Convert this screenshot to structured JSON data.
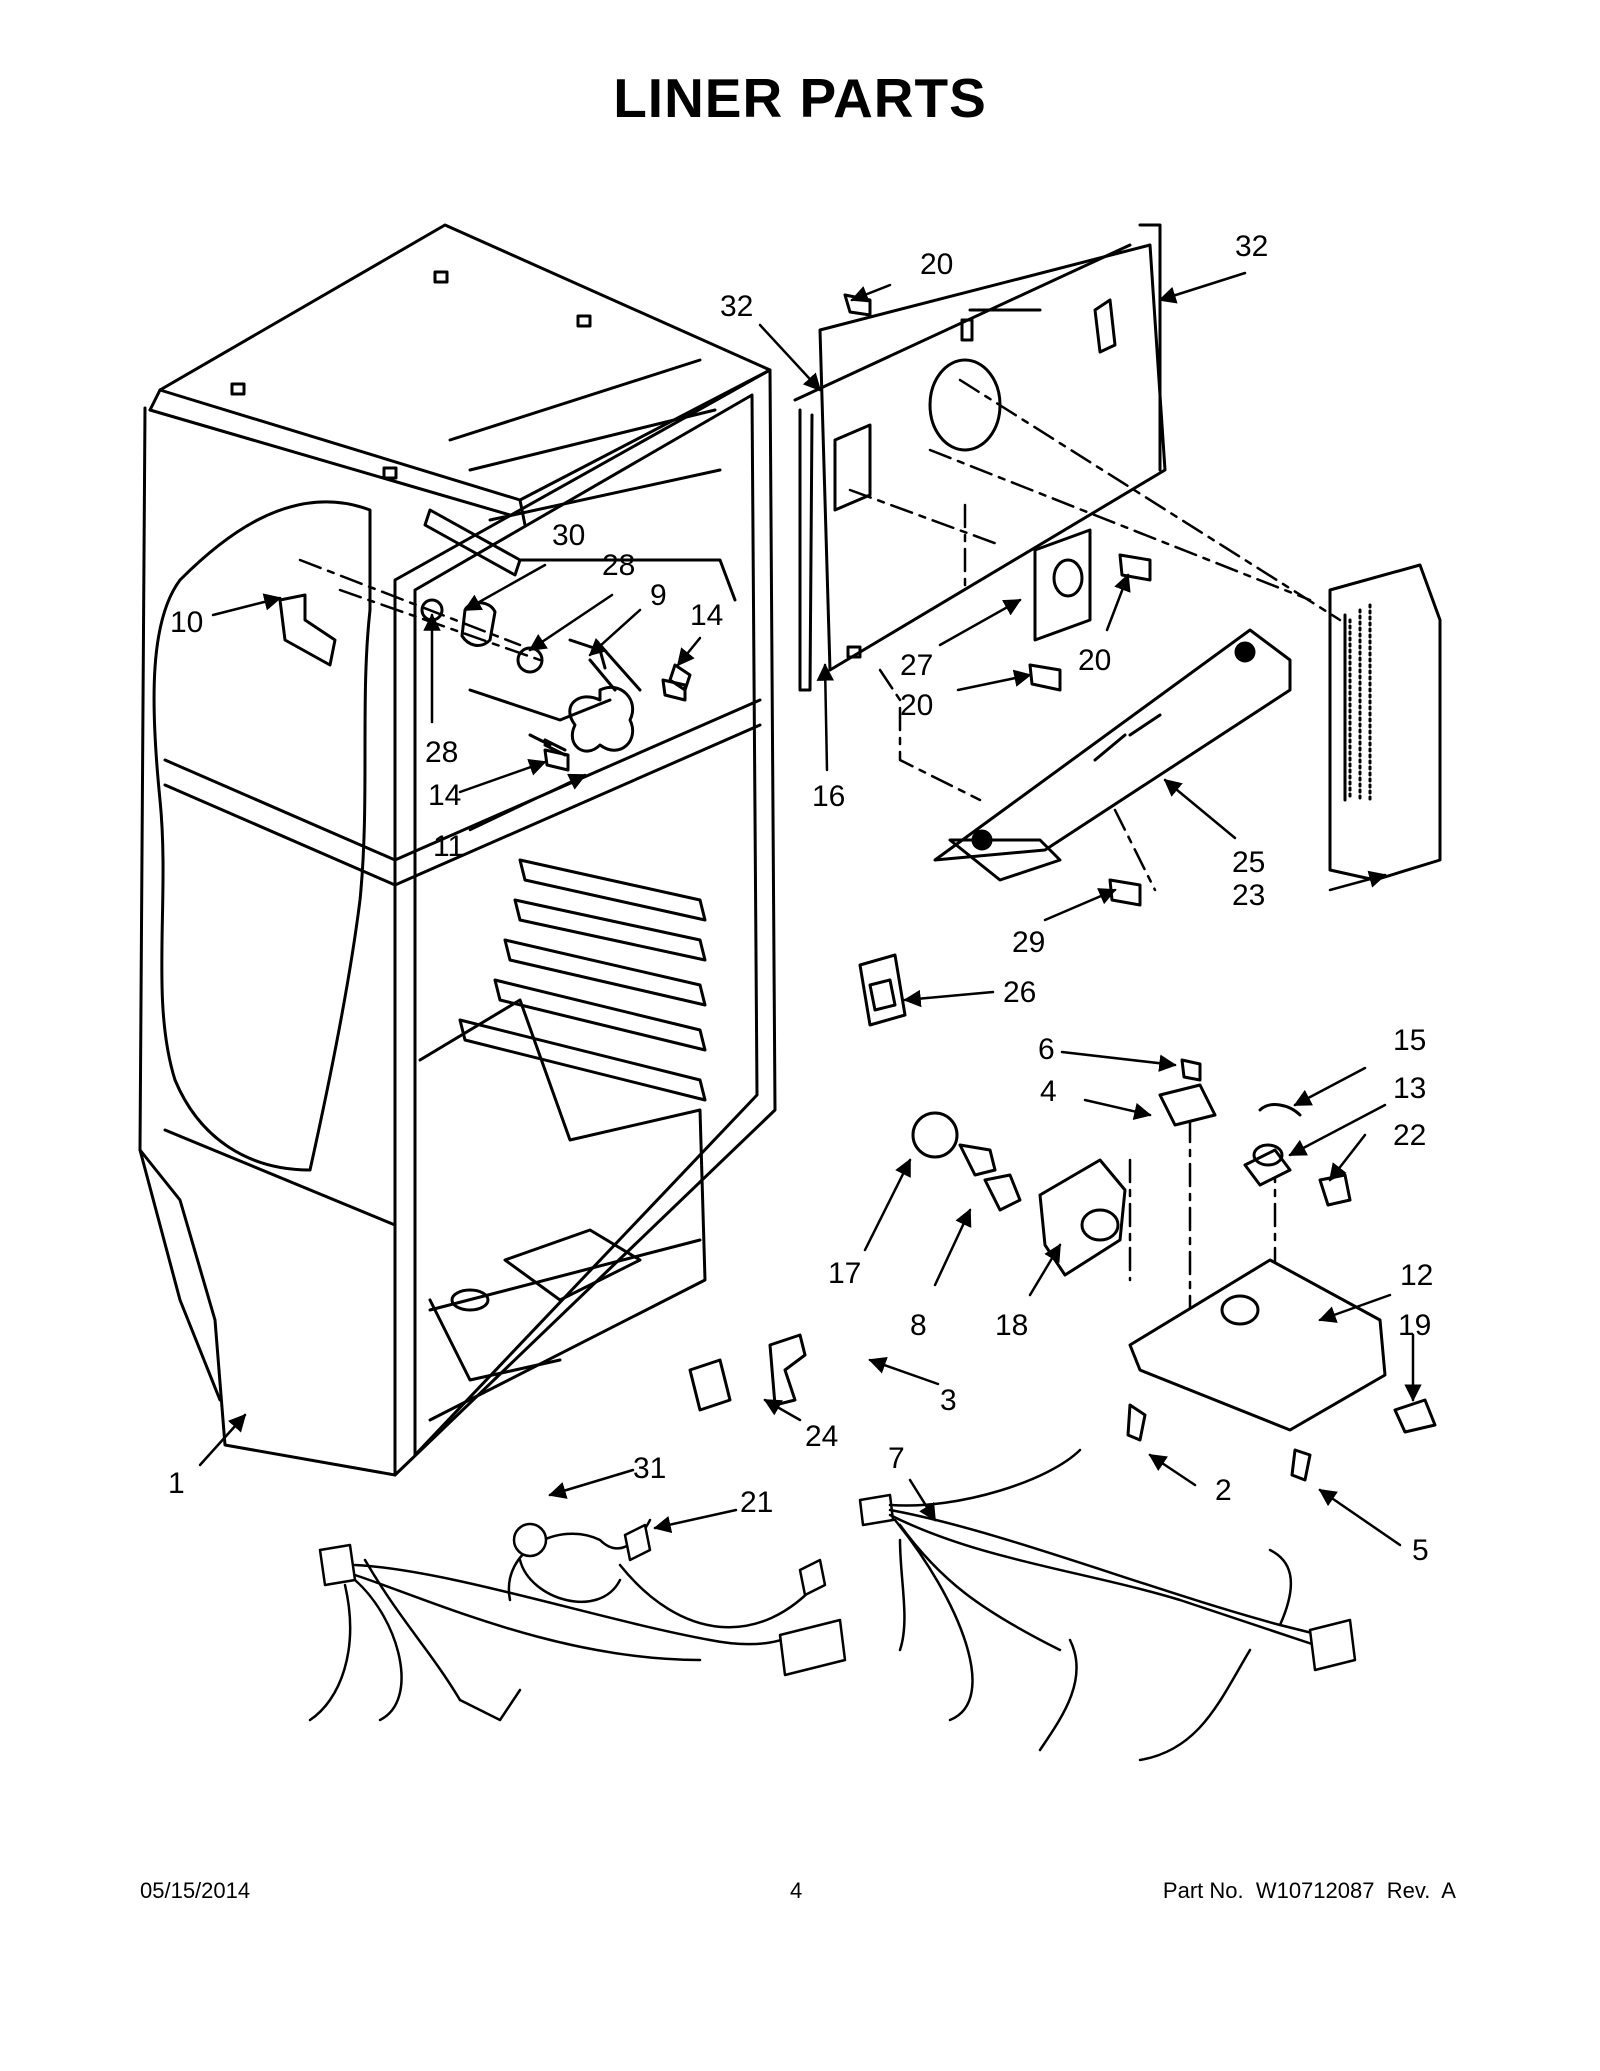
{
  "page": {
    "title": "LINER PARTS",
    "footer_date": "05/15/2014",
    "footer_page": "4",
    "footer_part": "Part No.  W10712087  Rev.  A"
  },
  "callouts": [
    "1",
    "2",
    "3",
    "4",
    "5",
    "6",
    "7",
    "8",
    "9",
    "10",
    "11",
    "12",
    "13",
    "14",
    "14",
    "15",
    "16",
    "17",
    "18",
    "19",
    "20",
    "20",
    "20",
    "21",
    "22",
    "23",
    "24",
    "25",
    "26",
    "27",
    "28",
    "28",
    "29",
    "30",
    "31",
    "32",
    "32"
  ]
}
